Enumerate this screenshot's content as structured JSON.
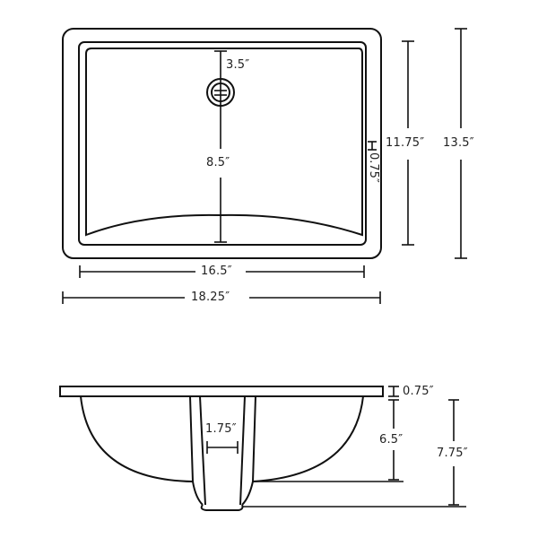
{
  "diagram": {
    "subject": "Undermount rectangular bathroom sink dimensions",
    "top_view": {
      "drain_offset": "3.5″",
      "bowl_depth_front_to_back": "8.5″",
      "rim_width": "0.75″",
      "inner_width": "16.5″",
      "outer_width": "18.25″",
      "inner_length": "11.75″",
      "outer_length": "13.5″"
    },
    "side_view": {
      "flange_thickness": "0.75″",
      "bowl_depth": "6.5″",
      "total_height": "7.75″",
      "drain_diameter": "1.75″"
    },
    "colors": {
      "line": "#111111",
      "background": "#ffffff"
    }
  }
}
